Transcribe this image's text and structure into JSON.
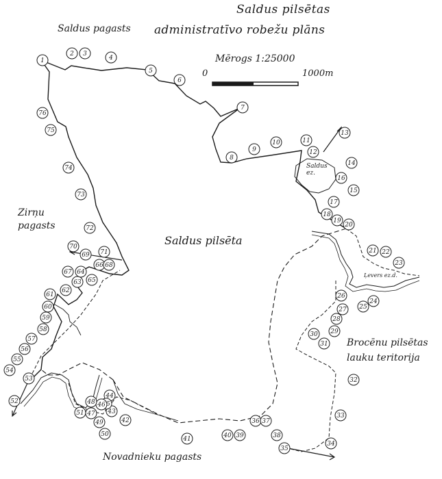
{
  "title": {
    "line1": "Saldus pilsētas",
    "line2": "administratīvo robežu plāns"
  },
  "scale": {
    "label": "Mērogs 1:25000",
    "start": "0",
    "end": "1000m"
  },
  "neighbors": {
    "top": "Saldus pagasts",
    "left": "Zirņu pagasts",
    "right": "Brocēnu pilsētas lauku teritorija",
    "bottom": "Novadnieku pagasts"
  },
  "center_label": "Saldus pilsēta",
  "water_labels": {
    "lake": "Saldus ez.",
    "lake2": "Ļevers ez.d."
  },
  "boundary_points": [
    "1",
    "2",
    "3",
    "4",
    "5",
    "6",
    "7",
    "8",
    "9",
    "10",
    "11",
    "12",
    "13",
    "14",
    "15",
    "16",
    "17",
    "18",
    "19",
    "20",
    "21",
    "22",
    "23",
    "24",
    "25",
    "26",
    "27",
    "28",
    "29",
    "30",
    "31",
    "32",
    "33",
    "34",
    "35",
    "36",
    "37",
    "38",
    "39",
    "40",
    "41",
    "42",
    "43",
    "44",
    "45",
    "46",
    "47",
    "48",
    "49",
    "50",
    "51",
    "52",
    "53",
    "54",
    "55",
    "56",
    "57",
    "58",
    "59",
    "60",
    "61",
    "62",
    "63",
    "64",
    "65",
    "66",
    "67",
    "68",
    "69",
    "70",
    "71",
    "72",
    "73",
    "74",
    "75",
    "76"
  ],
  "colors": {
    "ink": "#1a1a1a",
    "paper": "#ffffff"
  }
}
